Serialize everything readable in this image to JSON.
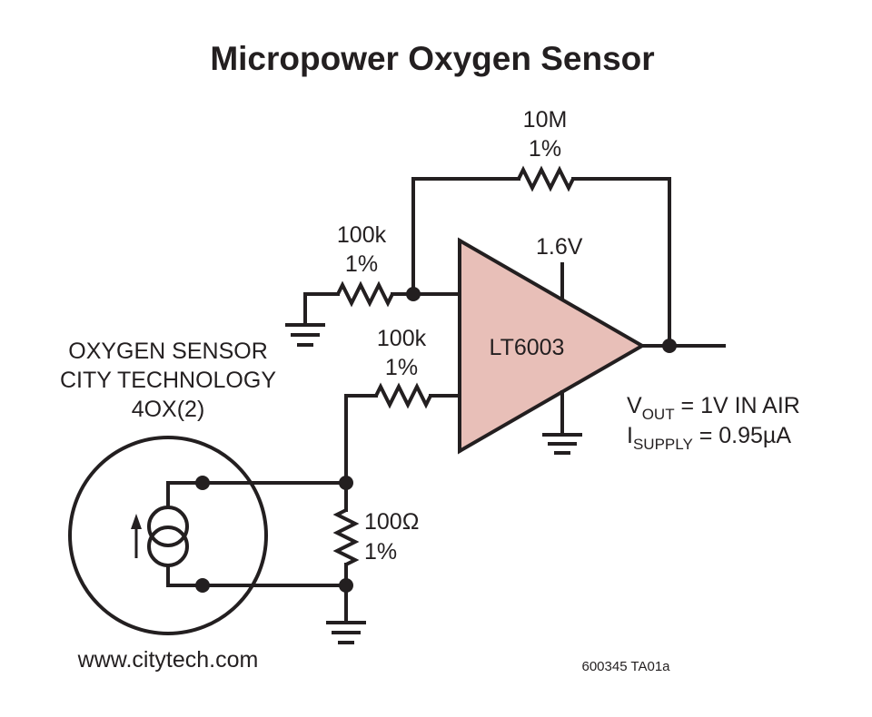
{
  "title": "Micropower Oxygen Sensor",
  "feedback_resistor": {
    "value": "10M",
    "tolerance": "1%"
  },
  "input_resistor_top": {
    "value": "100k",
    "tolerance": "1%"
  },
  "input_resistor_bottom": {
    "value": "100k",
    "tolerance": "1%"
  },
  "sense_resistor": {
    "value": "100Ω",
    "tolerance": "1%"
  },
  "supply_voltage": "1.6V",
  "opamp": {
    "label": "LT6003",
    "fill_color": "#e8bfb8"
  },
  "sensor": {
    "line1": "OXYGEN SENSOR",
    "line2": "CITY TECHNOLOGY",
    "line3": "4OX(2)",
    "website": "www.citytech.com"
  },
  "vout": {
    "symbol": "V",
    "subscript": "OUT",
    "text": " = 1V IN AIR"
  },
  "isupply": {
    "symbol": "I",
    "subscript": "SUPPLY",
    "text": " = 0.95µA"
  },
  "figure_id": "600345 TA01a"
}
